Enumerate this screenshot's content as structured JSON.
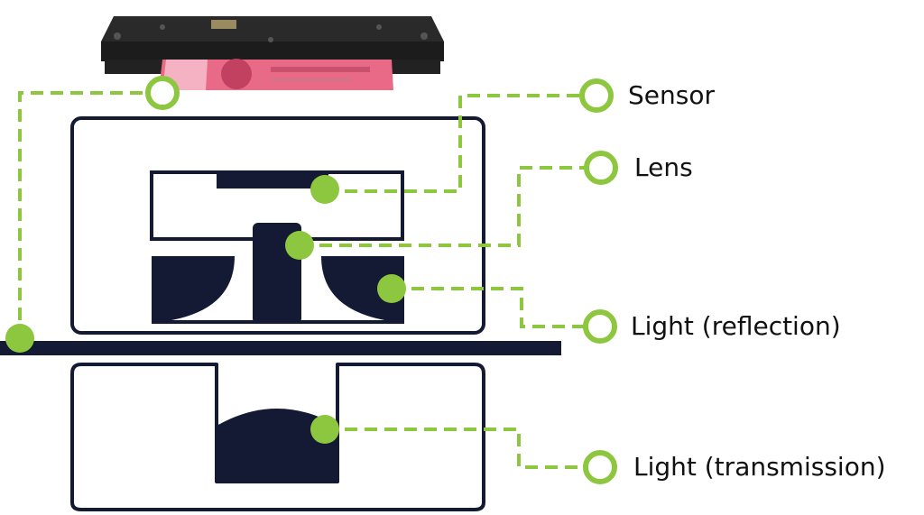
{
  "diagram": {
    "labels": {
      "sensor": "Sensor",
      "lens": "Lens",
      "light_reflection": "Light (reflection)",
      "light_transmission": "Light (transmission)"
    },
    "colors": {
      "dark": "#141a33",
      "accent": "#8dc63f",
      "banknote": "#e86a86",
      "device_body": "#1c1c1c",
      "background": "#ffffff"
    }
  }
}
